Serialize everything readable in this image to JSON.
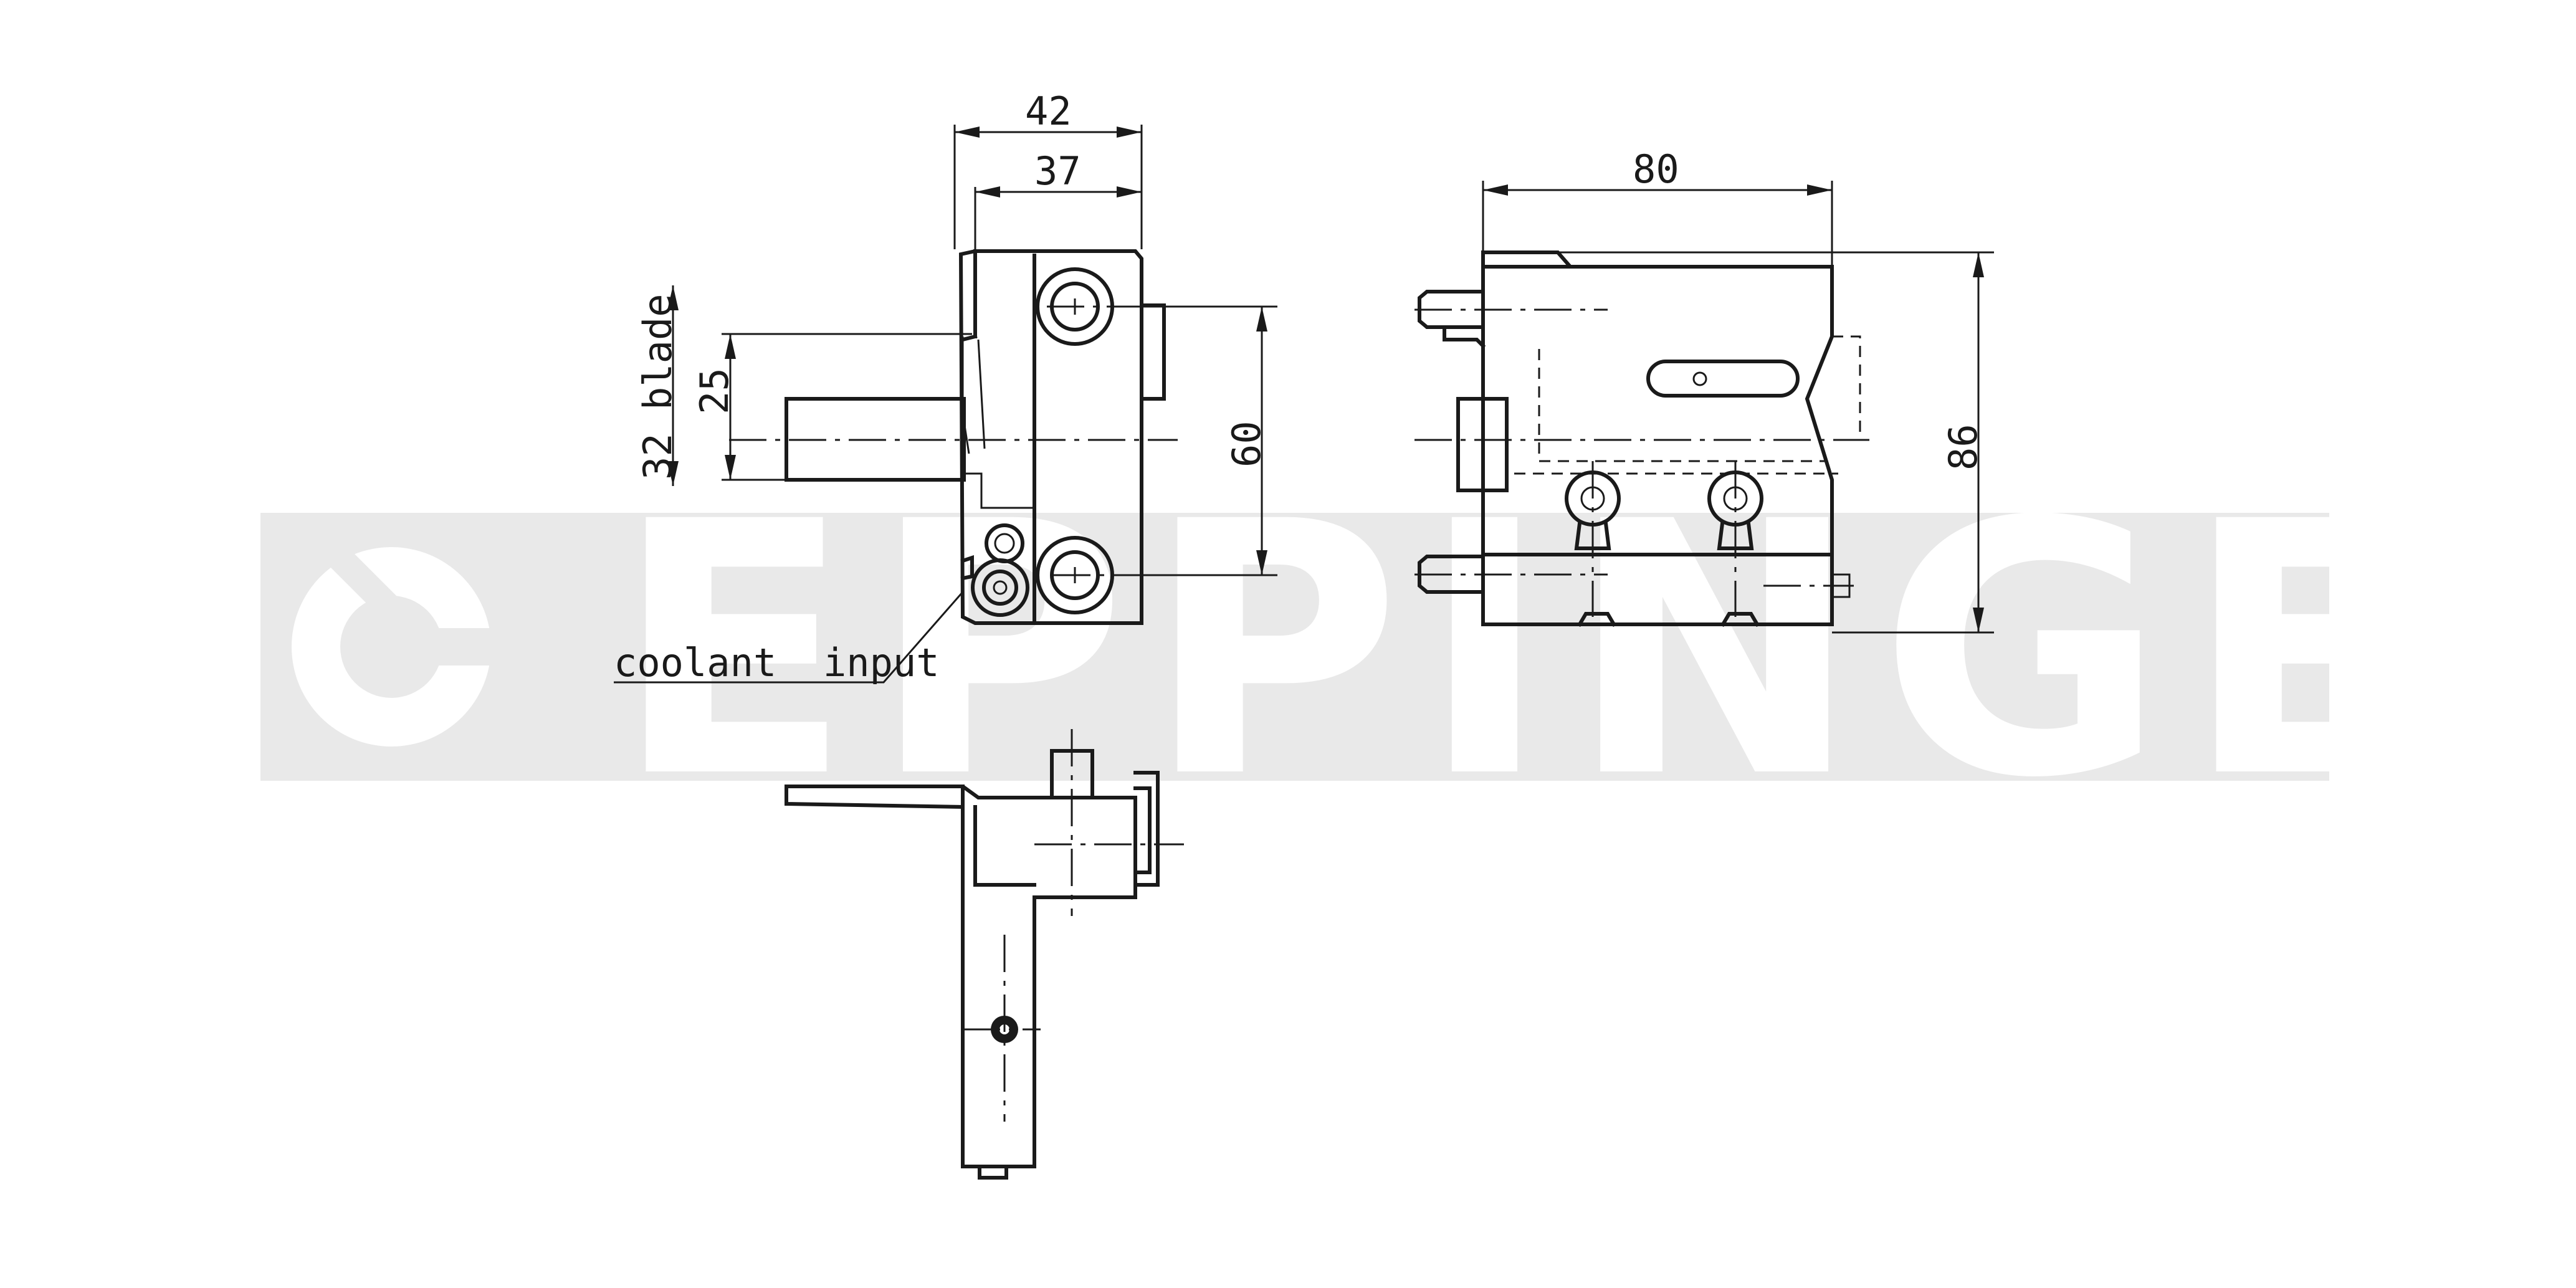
{
  "watermark": {
    "text": "EPPINGER",
    "color": "#e9e9e9"
  },
  "colors": {
    "line": "#1a1a1a",
    "background": "#ffffff"
  },
  "dimensions": {
    "width_overall": "42",
    "width_inner": "37",
    "blade_height": "32 blade",
    "shank_height": "25",
    "bolt_spacing": "60",
    "body_length": "80",
    "body_height": "86"
  },
  "labels": {
    "coolant": "coolant  input"
  }
}
